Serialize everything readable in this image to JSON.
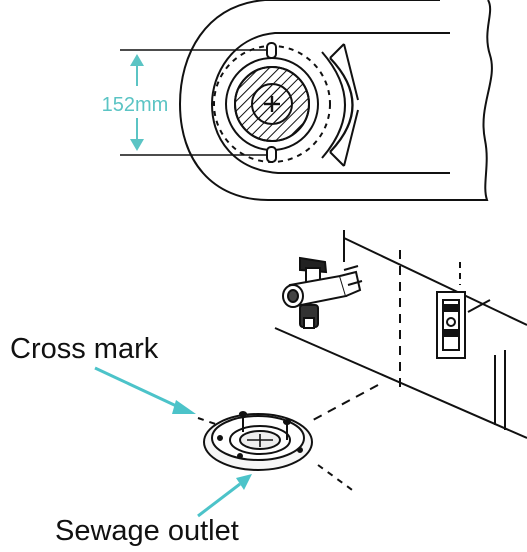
{
  "top_view": {
    "dimension_label": "152mm",
    "dimension_color": "#5bc4c4"
  },
  "install_view": {
    "cross_mark_label": "Cross mark",
    "sewage_outlet_label": "Sewage outlet",
    "callout_color": "#4cc3c9"
  }
}
